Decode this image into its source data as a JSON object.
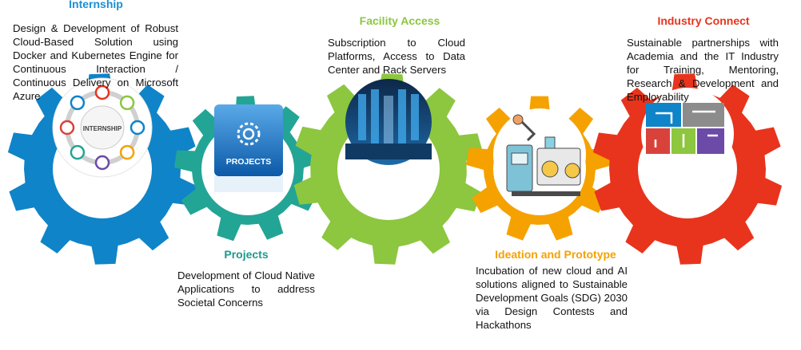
{
  "stages": [
    {
      "title": "Internship",
      "description": "Design & Development of Robust Cloud-Based Solution using Docker and Kubernetes Engine for Continuous Interaction / Continuous Delivery on Microsoft Azure",
      "color": "#0f84c8"
    },
    {
      "title": "Projects",
      "description": "Development of Cloud Native Applications to address Societal Concerns",
      "color": "#23a596"
    },
    {
      "title": "Facility Access",
      "description": "Subscription to Cloud Platforms, Access to Data Center and Rack Servers",
      "color": "#8dc63f"
    },
    {
      "title": "Ideation and Prototype",
      "description": "Incubation of new cloud and AI solutions aligned to Sustainable Development Goals (SDG) 2030 via Design Contests and Hackathons",
      "color": "#f5a200"
    },
    {
      "title": "Industry Connect",
      "description": "Sustainable partnerships with Academia and the IT Industry for Training, Mentoring, Research & Development and Employability",
      "color": "#e8341c"
    }
  ],
  "icons": {
    "internship_center": "INTERNSHIP",
    "projects_label": "PROJECTS"
  }
}
